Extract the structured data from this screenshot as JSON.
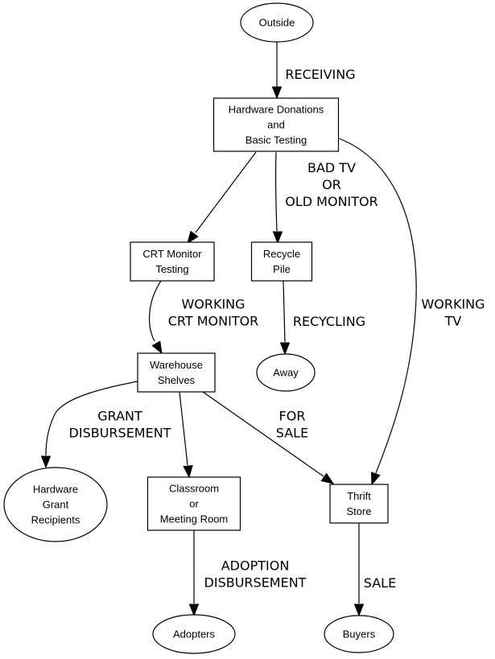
{
  "diagram": {
    "type": "flowchart",
    "nodes": [
      {
        "id": "outside",
        "shape": "ellipse",
        "lines": [
          "Outside"
        ]
      },
      {
        "id": "hardware_donations",
        "shape": "box",
        "lines": [
          "Hardware Donations",
          "and",
          "Basic Testing"
        ]
      },
      {
        "id": "crt_testing",
        "shape": "box",
        "lines": [
          "CRT Monitor",
          "Testing"
        ]
      },
      {
        "id": "recycle_pile",
        "shape": "box",
        "lines": [
          "Recycle",
          "Pile"
        ]
      },
      {
        "id": "away",
        "shape": "ellipse",
        "lines": [
          "Away"
        ]
      },
      {
        "id": "warehouse",
        "shape": "box",
        "lines": [
          "Warehouse",
          "Shelves"
        ]
      },
      {
        "id": "grant_recipients",
        "shape": "ellipse",
        "lines": [
          "Hardware",
          "Grant",
          "Recipients"
        ]
      },
      {
        "id": "classroom",
        "shape": "box",
        "lines": [
          "Classroom",
          "or",
          "Meeting Room"
        ]
      },
      {
        "id": "thrift_store",
        "shape": "box",
        "lines": [
          "Thrift",
          "Store"
        ]
      },
      {
        "id": "adopters",
        "shape": "ellipse",
        "lines": [
          "Adopters"
        ]
      },
      {
        "id": "buyers",
        "shape": "ellipse",
        "lines": [
          "Buyers"
        ]
      }
    ],
    "edges": [
      {
        "id": "e1",
        "from": "outside",
        "to": "hardware_donations",
        "label": [
          "RECEIVING"
        ]
      },
      {
        "id": "e2",
        "from": "hardware_donations",
        "to": "crt_testing",
        "label": []
      },
      {
        "id": "e3",
        "from": "hardware_donations",
        "to": "recycle_pile",
        "label": [
          "BAD TV",
          "OR",
          "OLD MONITOR"
        ]
      },
      {
        "id": "e4",
        "from": "hardware_donations",
        "to": "thrift_store",
        "label": [
          "WORKING",
          "TV"
        ]
      },
      {
        "id": "e5",
        "from": "crt_testing",
        "to": "warehouse",
        "label": [
          "WORKING",
          "CRT MONITOR"
        ]
      },
      {
        "id": "e6",
        "from": "recycle_pile",
        "to": "away",
        "label": [
          "RECYCLING"
        ]
      },
      {
        "id": "e7",
        "from": "warehouse",
        "to": "grant_recipients",
        "label": [
          "GRANT",
          "DISBURSEMENT"
        ]
      },
      {
        "id": "e8",
        "from": "warehouse",
        "to": "classroom",
        "label": []
      },
      {
        "id": "e9",
        "from": "warehouse",
        "to": "thrift_store",
        "label": [
          "FOR",
          "SALE"
        ]
      },
      {
        "id": "e10",
        "from": "classroom",
        "to": "adopters",
        "label": [
          "ADOPTION",
          "DISBURSEMENT"
        ]
      },
      {
        "id": "e11",
        "from": "thrift_store",
        "to": "buyers",
        "label": [
          "SALE"
        ]
      }
    ]
  }
}
